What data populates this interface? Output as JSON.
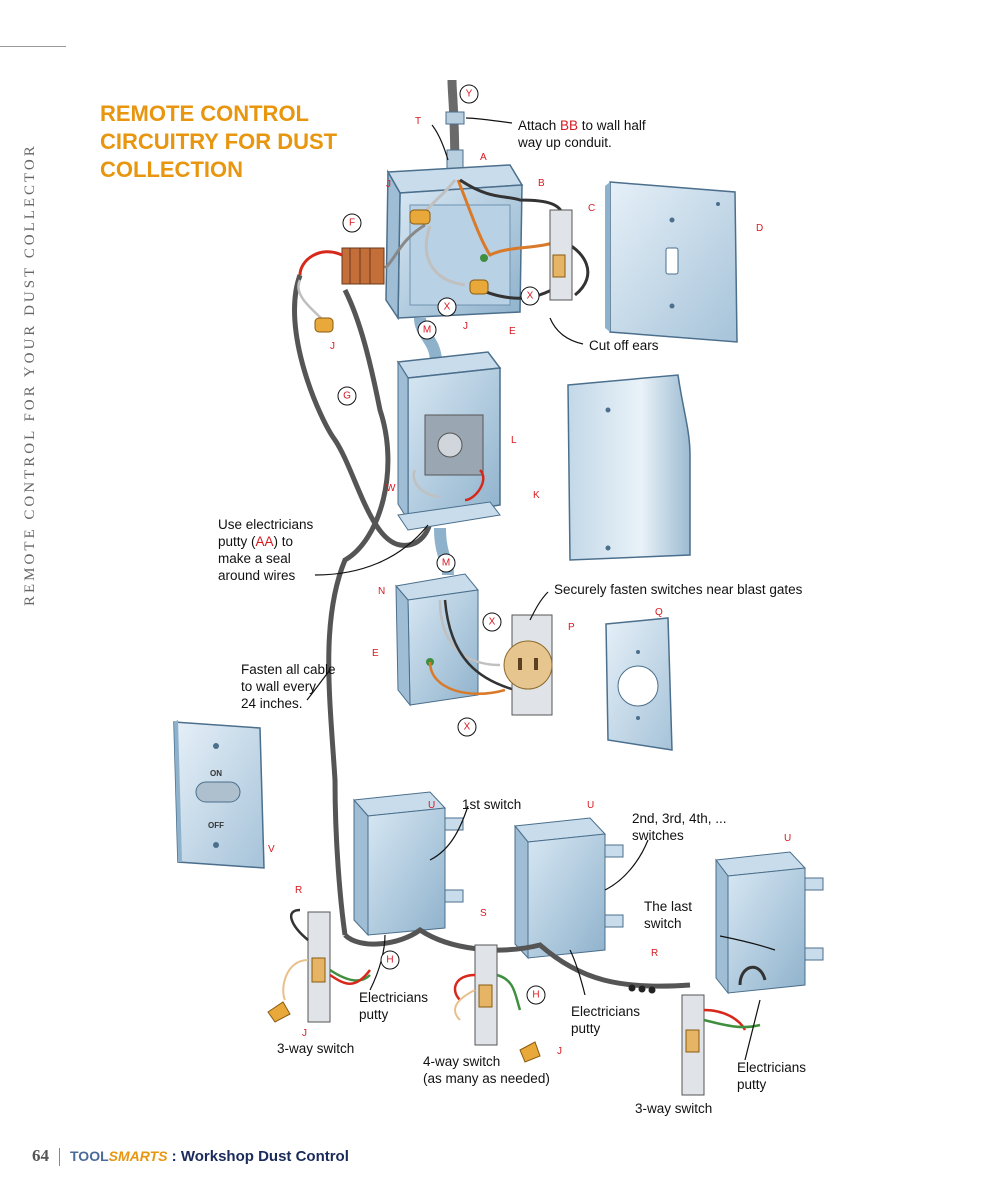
{
  "sidebar": {
    "running_title": "REMOTE CONTROL FOR YOUR DUST COLLECTOR"
  },
  "title": {
    "line1": "REMOTE CONTROL",
    "line2": "CIRCUITRY FOR DUST",
    "line3": "COLLECTION"
  },
  "callouts": {
    "attach_a": "Attach ",
    "attach_b": "BB",
    "attach_c": " to wall half",
    "attach_d": "way up conduit.",
    "cut_ears": "Cut off ears",
    "putty_1": "Use electricians",
    "putty_2a": "putty (",
    "putty_2b": "AA",
    "putty_2c": ") to",
    "putty_3": "make a seal",
    "putty_4": "around wires",
    "fasten_switches": "Securely fasten switches near blast gates",
    "fasten_cable_1": "Fasten all cable",
    "fasten_cable_2": "to wall every",
    "fasten_cable_3": "24 inches.",
    "first_switch": "1st switch",
    "nth_1": "2nd, 3rd, 4th, ...",
    "nth_2": "switches",
    "last_1": "The last",
    "last_2": "switch",
    "ep1_1": "Electricians",
    "ep1_2": "putty",
    "ep2_1": "Electricians",
    "ep2_2": "putty",
    "ep3_1": "Electricians",
    "ep3_2": "putty",
    "threeway_1": "3-way switch",
    "fourway_1": "4-way switch",
    "fourway_2": "(as many as needed)",
    "threeway_2": "3-way switch"
  },
  "plate_text": {
    "on": "ON",
    "off": "OFF"
  },
  "letters": {
    "Y": "Y",
    "T": "T",
    "A": "A",
    "B": "B",
    "C": "C",
    "D": "D",
    "J": "J",
    "F": "F",
    "E": "E",
    "X": "X",
    "M": "M",
    "G": "G",
    "L": "L",
    "W": "W",
    "K": "K",
    "N": "N",
    "P": "P",
    "Q": "Q",
    "U": "U",
    "V": "V",
    "R": "R",
    "H": "H",
    "S": "S"
  },
  "footer": {
    "page_number": "64",
    "brand_tool": "TOOL",
    "brand_smarts": "SMARTS",
    "colon": " : ",
    "title": "Workshop Dust Control"
  },
  "colors": {
    "accent": "#e8960f",
    "letter_red": "#d71920",
    "box_blue": "#a9c6dc",
    "box_edge": "#4b6f8c"
  }
}
